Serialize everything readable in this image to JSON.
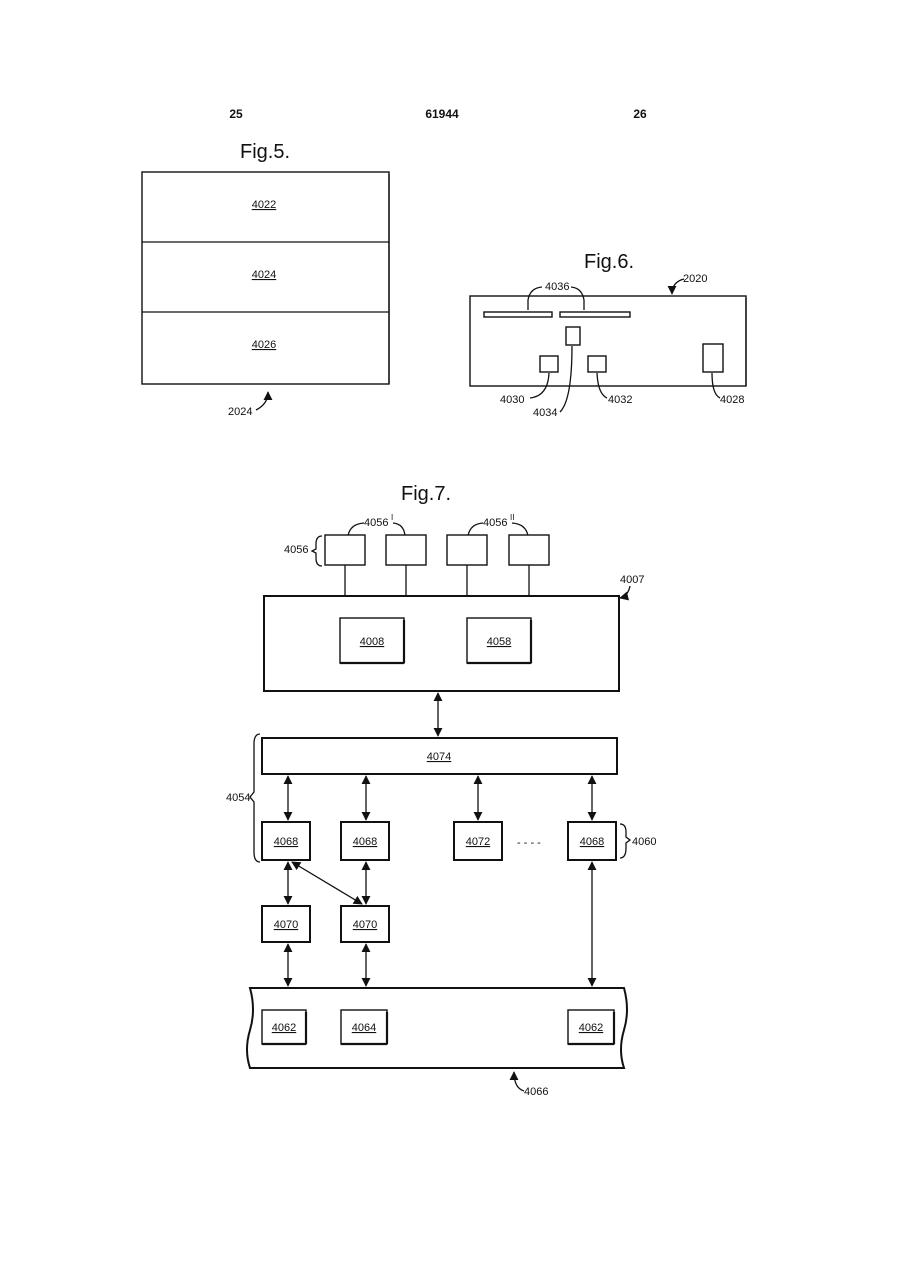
{
  "header": {
    "left_page": "25",
    "center_number": "61944",
    "right_page": "26"
  },
  "fig5": {
    "title": "Fig.5.",
    "layers": [
      "4022",
      "4024",
      "4026"
    ],
    "ref": "2024"
  },
  "fig6": {
    "title": "Fig.6.",
    "refs": {
      "board": "2020",
      "slots": "4036",
      "c4030": "4030",
      "c4034": "4034",
      "c4032": "4032",
      "c4028": "4028"
    }
  },
  "fig7": {
    "title": "Fig.7.",
    "top_group": {
      "bracket_ref": "4056",
      "ref_i": "4056",
      "sup_i": "I",
      "ref_ii": "4056",
      "sup_ii": "II"
    },
    "device": {
      "ref": "4007",
      "inner_left": "4008",
      "inner_right": "4058"
    },
    "bus": "4074",
    "group_ref": "4054",
    "row_ref": "4060",
    "row": [
      "4068",
      "4068",
      "4072",
      "4068"
    ],
    "ellipsis": "- - - -",
    "sub_row": [
      "4070",
      "4070"
    ],
    "bottom": {
      "items": [
        "4062",
        "4064",
        "4062"
      ],
      "ref": "4066"
    }
  }
}
